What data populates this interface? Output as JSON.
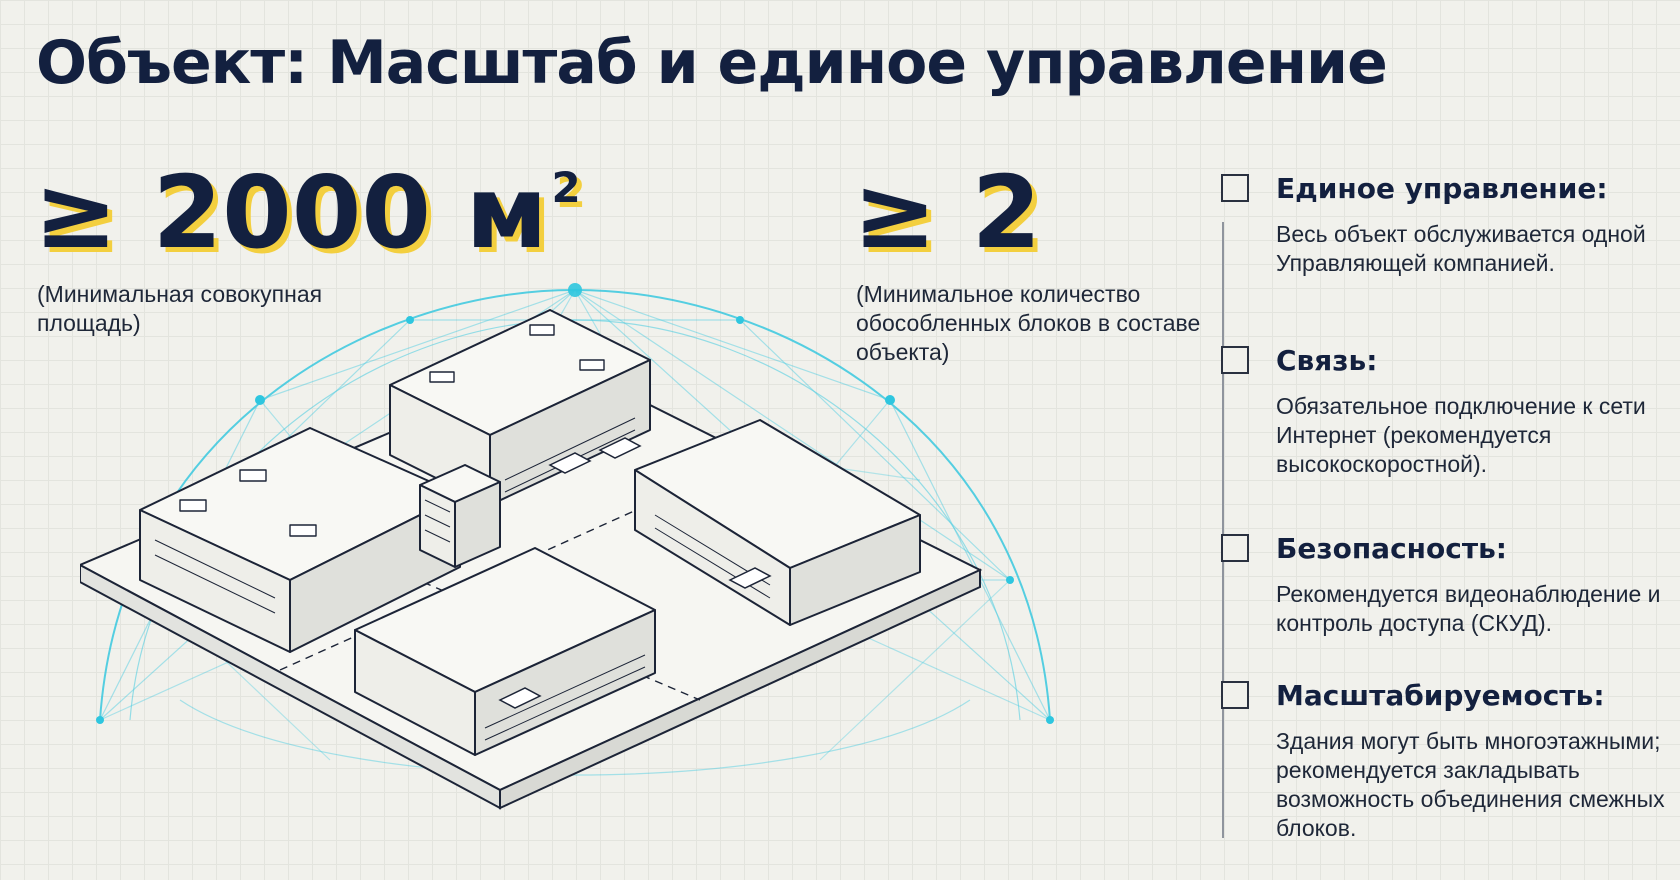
{
  "header": {
    "title": "Объект: Масштаб и единое управление"
  },
  "stats": [
    {
      "value": "≥ 2000 м",
      "sup": "2",
      "caption": "(Минимальная совокупная площадь)"
    },
    {
      "value": "≥ 2",
      "caption": "(Минимальное количество обособленных блоков в составе объекта)"
    }
  ],
  "requirements": [
    {
      "title": "Единое управление:",
      "text": "Весь объект обслуживается одной Управляющей компанией."
    },
    {
      "title": "Связь:",
      "text": "Обязательное подключение к сети Интернет (рекомендуется высокоскоростной)."
    },
    {
      "title": "Безопасность:",
      "text": "Рекомендуется видеонаблюдение и контроль доступа (СКУД)."
    },
    {
      "title": "Масштабируемость:",
      "text": "Здания могут быть многоэтажными; рекомендуется закладывать возможность объединения смежных блоков."
    }
  ],
  "colors": {
    "ink": "#13203f",
    "accent_yellow": "#f3cf3f",
    "network_cyan": "#2ec6df",
    "background": "#f1f1ec"
  },
  "icons": {
    "list_marker": "checkbox-icon",
    "illustration": "industrial-park-network-dome"
  }
}
